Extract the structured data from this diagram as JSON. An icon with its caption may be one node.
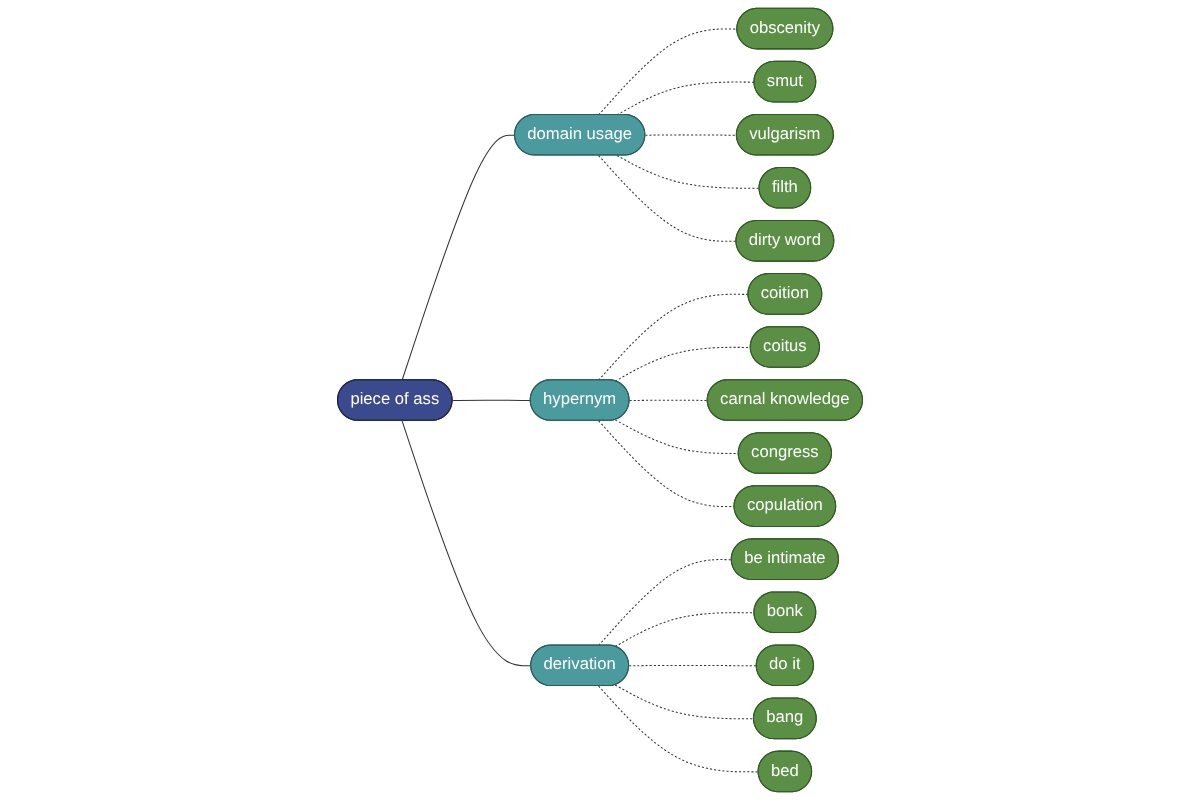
{
  "diagram": {
    "nodes": [
      {
        "text": [
          "piece of ass"
        ]
      },
      {
        "text": [
          "domain usage"
        ]
      },
      {
        "text": [
          "obscenity"
        ]
      },
      {
        "text": [
          "smut"
        ]
      },
      {
        "text": [
          "vulgarism"
        ]
      },
      {
        "text": [
          "filth"
        ]
      },
      {
        "text": [
          "dirty word"
        ]
      },
      {
        "text": [
          "hypernym"
        ]
      },
      {
        "text": [
          "coition"
        ]
      },
      {
        "text": [
          "coitus"
        ]
      },
      {
        "text": [
          "carnal knowledge"
        ]
      },
      {
        "text": [
          "congress"
        ]
      },
      {
        "text": [
          "copulation"
        ]
      },
      {
        "text": [
          "derivation"
        ]
      },
      {
        "text": [
          "be intimate"
        ]
      },
      {
        "text": [
          "bonk"
        ]
      },
      {
        "text": [
          "do it"
        ]
      },
      {
        "text": [
          "bang"
        ]
      },
      {
        "text": [
          "bed"
        ]
      }
    ],
    "edges": [
      {
        "from": 0,
        "to": 1,
        "arrow": "none"
      },
      {
        "from": 1,
        "to": 2,
        "arrow": "none",
        "style": "dashed"
      },
      {
        "from": 1,
        "to": 3,
        "arrow": "none",
        "style": "dashed"
      },
      {
        "from": 1,
        "to": 4,
        "arrow": "none",
        "style": "dashed"
      },
      {
        "from": 1,
        "to": 5,
        "arrow": "none",
        "style": "dashed"
      },
      {
        "from": 1,
        "to": 6,
        "arrow": "none",
        "style": "dashed"
      },
      {
        "from": 0,
        "to": 7,
        "arrow": "none"
      },
      {
        "from": 7,
        "to": 8,
        "arrow": "none",
        "style": "dashed"
      },
      {
        "from": 7,
        "to": 9,
        "arrow": "none",
        "style": "dashed"
      },
      {
        "from": 7,
        "to": 10,
        "arrow": "none",
        "style": "dashed"
      },
      {
        "from": 7,
        "to": 11,
        "arrow": "none",
        "style": "dashed"
      },
      {
        "from": 7,
        "to": 12,
        "arrow": "none",
        "style": "dashed"
      },
      {
        "from": 0,
        "to": 13,
        "arrow": "none"
      },
      {
        "from": 13,
        "to": 14,
        "arrow": "none",
        "style": "dashed"
      },
      {
        "from": 13,
        "to": 15,
        "arrow": "none",
        "style": "dashed"
      },
      {
        "from": 13,
        "to": 16,
        "arrow": "none",
        "style": "dashed"
      },
      {
        "from": 13,
        "to": 17,
        "arrow": "none",
        "style": "dashed"
      },
      {
        "from": 13,
        "to": 18,
        "arrow": "none",
        "style": "dashed"
      }
    ]
  }
}
